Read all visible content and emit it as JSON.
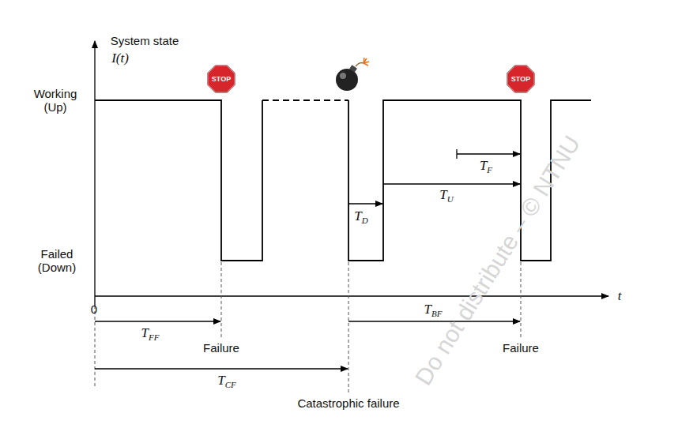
{
  "diagram": {
    "nodes": [
      {
        "text": [
          "STOP"
        ]
      },
      {
        "text": [
          "STOP"
        ]
      }
    ],
    "labels": [
      "System state",
      "I(t)",
      "Working (Up)",
      "Failed (Down)",
      "0",
      "t",
      "TFF",
      "Failure",
      "TCF",
      "Catastrophic failure",
      "TBF",
      "Failure",
      "TD",
      "TU",
      "TF",
      "Do not distribute – © NTNU"
    ]
  }
}
